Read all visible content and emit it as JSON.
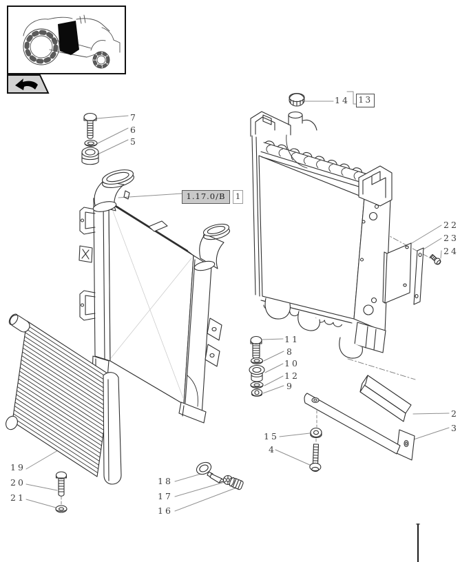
{
  "ref": {
    "code": "1.17.0/B",
    "sheet": "1"
  },
  "labels": {
    "n2": "2",
    "n3": "3",
    "n4": "4",
    "n5": "5",
    "n6": "6",
    "n7": "7",
    "n8": "8",
    "n9": "9",
    "n10": "10",
    "n11": "11",
    "n12": "12",
    "n13": "13",
    "n14": "14",
    "n15": "15",
    "n16": "16",
    "n17": "17",
    "n18": "18",
    "n19": "19",
    "n20": "20",
    "n21": "21",
    "n22": "22",
    "n23": "23",
    "n24": "24"
  },
  "icons": {
    "prev_sheet_arrow": "curved-left-arrow",
    "overview_thumbnail": "tractor-with-highlighted-radiator"
  },
  "colors": {
    "line": "#2e2e2e",
    "leader": "#8f8f8f",
    "ref_box_bg": "#c9c9c9",
    "highlight_fill": "#0a0a0a",
    "tab_bg": "#d2d2d2"
  }
}
